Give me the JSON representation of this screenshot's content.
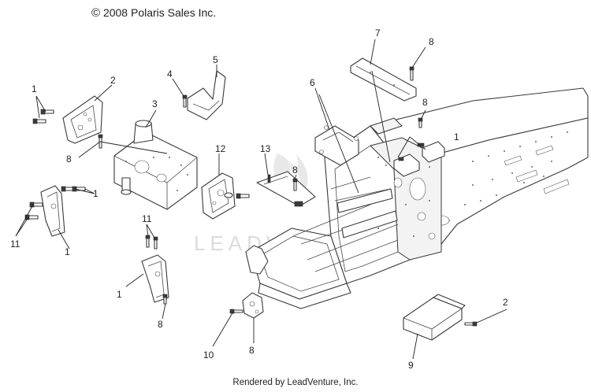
{
  "header": {
    "copyright_symbol": "©",
    "copyright_text": "2008 Polaris Sales Inc."
  },
  "watermark": {
    "text": "LEADVENTURE"
  },
  "footer": {
    "text": "Rendered by LeadVenture, Inc."
  },
  "callouts": [
    {
      "id": "c1a",
      "label": "1"
    },
    {
      "id": "c2a",
      "label": "2"
    },
    {
      "id": "c3",
      "label": "3"
    },
    {
      "id": "c4",
      "label": "4"
    },
    {
      "id": "c5",
      "label": "5"
    },
    {
      "id": "c6",
      "label": "6"
    },
    {
      "id": "c7",
      "label": "7"
    },
    {
      "id": "c8a",
      "label": "8"
    },
    {
      "id": "c8b",
      "label": "8"
    },
    {
      "id": "c8c",
      "label": "8"
    },
    {
      "id": "c8d",
      "label": "8"
    },
    {
      "id": "c2b",
      "label": "2"
    },
    {
      "id": "c12",
      "label": "12"
    },
    {
      "id": "c13",
      "label": "13"
    },
    {
      "id": "c1b",
      "label": "1"
    },
    {
      "id": "c1c",
      "label": "1"
    },
    {
      "id": "c11a",
      "label": "11"
    },
    {
      "id": "c1d",
      "label": "1"
    },
    {
      "id": "c11b",
      "label": "11"
    },
    {
      "id": "c1e",
      "label": "1"
    },
    {
      "id": "c8e",
      "label": "8"
    },
    {
      "id": "c10",
      "label": "10"
    },
    {
      "id": "c8f",
      "label": "8"
    },
    {
      "id": "c9",
      "label": "9"
    }
  ]
}
